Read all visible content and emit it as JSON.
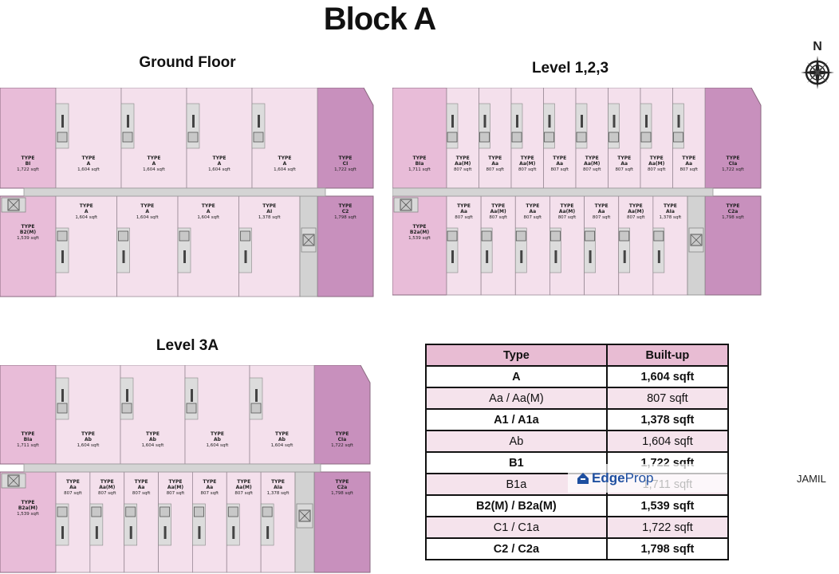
{
  "title": "Block A",
  "plans": {
    "ground": {
      "title": "Ground Floor",
      "top_units": [
        {
          "type": "TYPE",
          "code": "BI",
          "area": "1,722 sqft"
        },
        {
          "type": "TYPE",
          "code": "A",
          "area": "1,604 sqft"
        },
        {
          "type": "TYPE",
          "code": "A",
          "area": "1,604 sqft"
        },
        {
          "type": "TYPE",
          "code": "A",
          "area": "1,604 sqft"
        },
        {
          "type": "TYPE",
          "code": "A",
          "area": "1,604 sqft"
        },
        {
          "type": "TYPE",
          "code": "CI",
          "area": "1,722 sqft"
        }
      ],
      "bottom_units": [
        {
          "type": "TYPE",
          "code": "B2(M)",
          "area": "1,539 sqft"
        },
        {
          "type": "TYPE",
          "code": "A",
          "area": "1,604 sqft"
        },
        {
          "type": "TYPE",
          "code": "A",
          "area": "1,604 sqft"
        },
        {
          "type": "TYPE",
          "code": "A",
          "area": "1,604 sqft"
        },
        {
          "type": "TYPE",
          "code": "AI",
          "area": "1,378 sqft"
        },
        {
          "type": "TYPE",
          "code": "C2",
          "area": "1,798 sqft"
        }
      ]
    },
    "level123": {
      "title": "Level 1,2,3",
      "top_units": [
        {
          "type": "TYPE",
          "code": "BIa",
          "area": "1,711 sqft"
        },
        {
          "type": "TYPE",
          "code": "Aa(M)",
          "area": "807 sqft"
        },
        {
          "type": "TYPE",
          "code": "Aa",
          "area": "807 sqft"
        },
        {
          "type": "TYPE",
          "code": "Aa(M)",
          "area": "807 sqft"
        },
        {
          "type": "TYPE",
          "code": "Aa",
          "area": "807 sqft"
        },
        {
          "type": "TYPE",
          "code": "Aa(M)",
          "area": "807 sqft"
        },
        {
          "type": "TYPE",
          "code": "Aa",
          "area": "807 sqft"
        },
        {
          "type": "TYPE",
          "code": "Aa(M)",
          "area": "807 sqft"
        },
        {
          "type": "TYPE",
          "code": "Aa",
          "area": "807 sqft"
        },
        {
          "type": "TYPE",
          "code": "CIa",
          "area": "1,722 sqft"
        }
      ],
      "bottom_units": [
        {
          "type": "TYPE",
          "code": "B2a(M)",
          "area": "1,539 sqft"
        },
        {
          "type": "TYPE",
          "code": "Aa",
          "area": "807 sqft"
        },
        {
          "type": "TYPE",
          "code": "Aa(M)",
          "area": "807 sqft"
        },
        {
          "type": "TYPE",
          "code": "Aa",
          "area": "807 sqft"
        },
        {
          "type": "TYPE",
          "code": "Aa(M)",
          "area": "807 sqft"
        },
        {
          "type": "TYPE",
          "code": "Aa",
          "area": "807 sqft"
        },
        {
          "type": "TYPE",
          "code": "Aa(M)",
          "area": "807 sqft"
        },
        {
          "type": "TYPE",
          "code": "AIa",
          "area": "1,378 sqft"
        },
        {
          "type": "TYPE",
          "code": "C2a",
          "area": "1,798 sqft"
        }
      ]
    },
    "level3a": {
      "title": "Level 3A",
      "top_units": [
        {
          "type": "TYPE",
          "code": "BIa",
          "area": "1,711 sqft"
        },
        {
          "type": "TYPE",
          "code": "Ab",
          "area": "1,604 sqft"
        },
        {
          "type": "TYPE",
          "code": "Ab",
          "area": "1,604 sqft"
        },
        {
          "type": "TYPE",
          "code": "Ab",
          "area": "1,604 sqft"
        },
        {
          "type": "TYPE",
          "code": "Ab",
          "area": "1,604 sqft"
        },
        {
          "type": "TYPE",
          "code": "CIa",
          "area": "1,722 sqft"
        }
      ],
      "bottom_units": [
        {
          "type": "TYPE",
          "code": "B2a(M)",
          "area": "1,539 sqft"
        },
        {
          "type": "TYPE",
          "code": "Aa",
          "area": "807 sqft"
        },
        {
          "type": "TYPE",
          "code": "Aa(M)",
          "area": "807 sqft"
        },
        {
          "type": "TYPE",
          "code": "Aa",
          "area": "807 sqft"
        },
        {
          "type": "TYPE",
          "code": "Aa(M)",
          "area": "807 sqft"
        },
        {
          "type": "TYPE",
          "code": "Aa",
          "area": "807 sqft"
        },
        {
          "type": "TYPE",
          "code": "Aa(M)",
          "area": "807 sqft"
        },
        {
          "type": "TYPE",
          "code": "AIa",
          "area": "1,378 sqft"
        },
        {
          "type": "TYPE",
          "code": "C2a",
          "area": "1,798 sqft"
        }
      ]
    }
  },
  "table": {
    "headers": [
      "Type",
      "Built-up"
    ],
    "rows": [
      {
        "type": "A",
        "builtup": "1,604 sqft",
        "bold": true
      },
      {
        "type": "Aa / Aa(M)",
        "builtup": "807 sqft",
        "bold": false
      },
      {
        "type": "A1 / A1a",
        "builtup": "1,378 sqft",
        "bold": true
      },
      {
        "type": "Ab",
        "builtup": "1,604 sqft",
        "bold": false
      },
      {
        "type": "B1",
        "builtup": "1,722 sqft",
        "bold": true
      },
      {
        "type": "B1a",
        "builtup": "1,711 sqft",
        "bold": false
      },
      {
        "type": "B2(M) / B2a(M)",
        "builtup": "1,539 sqft",
        "bold": true
      },
      {
        "type": "C1 / C1a",
        "builtup": "1,722 sqft",
        "bold": false
      },
      {
        "type": "C2 / C2a",
        "builtup": "1,798 sqft",
        "bold": true
      }
    ]
  },
  "compass": {
    "label": "N",
    "icon": "compass-icon"
  },
  "watermark": {
    "brand_a": "Edge",
    "brand_b": "Prop",
    "icon": "edgeprop-logo-icon"
  },
  "credit": "JAMIL",
  "colors": {
    "corner_unit": "#c890bd",
    "end_unit": "#e8bcd8",
    "standard_unit": "#f4e0ec",
    "corridor": "#d4d4d4",
    "table_header": "#e8bcd3",
    "table_alt_row": "#f5e3ec"
  }
}
